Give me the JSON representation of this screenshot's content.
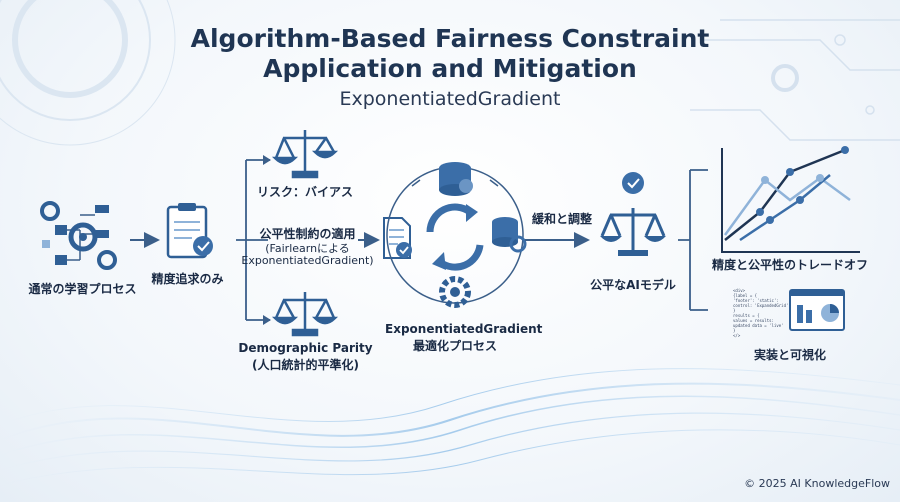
{
  "title_line1": "Algorithm-Based Fairness Constraint",
  "title_line2": "Application and Mitigation",
  "subtitle": "ExponentiatedGradient",
  "nodes": {
    "normal_process": "通常の学習プロセス",
    "accuracy_only": "精度追求のみ",
    "risk_bias": "リスク：バイアス",
    "fairness_apply_line1": "公平性制約の適用",
    "fairness_apply_line2": "(Fairlearnによる",
    "fairness_apply_line3": "ExponentiatedGradient)",
    "demographic_line1": "Demographic Parity",
    "demographic_line2": "(人口統計的平準化)",
    "optimization_line1": "ExponentiatedGradient",
    "optimization_line2": "最適化プロセス",
    "mitigation": "緩和と調整",
    "fair_model": "公平なAIモデル",
    "tradeoff": "精度と公平性のトレードオフ",
    "implementation": "実装と可視化"
  },
  "code_snippet": [
    "<div>",
    "  {label = {",
    "    'footer': 'static':",
    "    control: 'ExpandedGrid'",
    "  }",
    "  results = {",
    "    values = results:",
    "    updated data = 'live'",
    "  }",
    "</>"
  ],
  "copyright": "© 2025 AI KnowledgeFlow",
  "colors": {
    "accent": "#3b6ea8",
    "dark": "#1f3553",
    "light": "#8fb3d9"
  }
}
